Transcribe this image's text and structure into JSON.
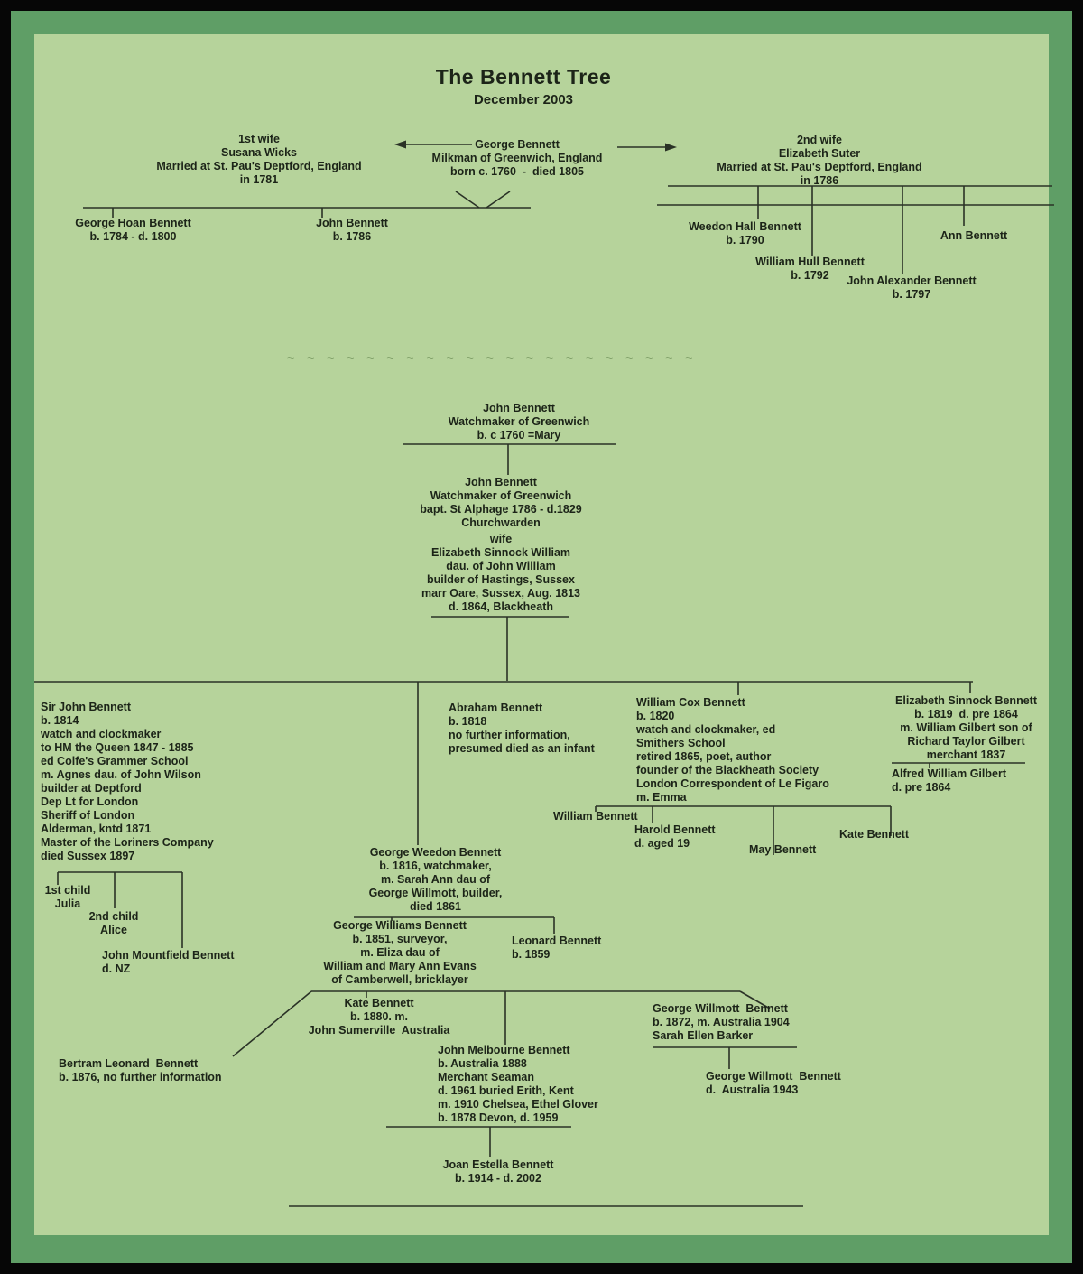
{
  "header": {
    "title": "The Bennett Tree",
    "subtitle": "December 2003"
  },
  "separator_tildes": "~ ~ ~ ~ ~ ~ ~ ~ ~ ~ ~ ~ ~ ~ ~ ~ ~ ~ ~ ~ ~",
  "colors": {
    "panel": "#b6d39b",
    "frame": "#5f9e66",
    "outer": "#060606",
    "text": "#1c2418",
    "line": "#2a3226",
    "tilde": "#4e713a"
  },
  "nodes": {
    "wife1": {
      "lines": [
        "1st wife",
        "Susana Wicks",
        "Married at St. Pau's Deptford, England",
        "in 1781"
      ]
    },
    "george_sr": {
      "lines": [
        "George Bennett",
        "Milkman of Greenwich, England",
        "born c. 1760  -  died 1805"
      ]
    },
    "wife2": {
      "lines": [
        "2nd wife",
        "Elizabeth Suter",
        "Married at St. Pau's Deptford, England",
        "in 1786"
      ]
    },
    "george_hoan": {
      "lines": [
        "George Hoan Bennett",
        "b. 1784 - d. 1800"
      ]
    },
    "john_1786": {
      "lines": [
        "John Bennett",
        "b. 1786"
      ]
    },
    "weedon_hall": {
      "lines": [
        "Weedon Hall Bennett",
        "b. 1790"
      ]
    },
    "william_hull": {
      "lines": [
        "William Hull Bennett",
        "b. 1792"
      ]
    },
    "john_alexander": {
      "lines": [
        "John Alexander Bennett",
        "b. 1797"
      ]
    },
    "ann": {
      "lines": [
        "Ann Bennett"
      ]
    },
    "john_watchmaker_1": {
      "lines": [
        "John Bennett",
        "Watchmaker of Greenwich",
        "b. c 1760 =Mary"
      ]
    },
    "john_watchmaker_2": {
      "lines": [
        "John Bennett",
        "Watchmaker of Greenwich",
        "bapt. St Alphage 1786 - d.1829",
        "Churchwarden"
      ]
    },
    "wife_elizabeth_sinnock": {
      "lines": [
        "wife",
        "Elizabeth Sinnock William",
        "dau. of John William",
        "builder of Hastings, Sussex",
        "marr Oare, Sussex, Aug. 1813",
        "d. 1864, Blackheath"
      ]
    },
    "sir_john": {
      "lines": [
        "Sir John Bennett",
        "b. 1814",
        "watch and clockmaker",
        "to HM the Queen 1847 - 1885",
        "ed Colfe's Grammer School",
        "m. Agnes dau. of John Wilson",
        "builder at Deptford",
        "Dep Lt for London",
        "Sheriff of London",
        "Alderman, kntd 1871",
        "Master of the Loriners Company",
        "died Sussex 1897"
      ]
    },
    "child1_julia": {
      "lines": [
        "1st child",
        "Julia"
      ]
    },
    "child2_alice": {
      "lines": [
        "2nd child",
        "Alice"
      ]
    },
    "john_mountfield": {
      "lines": [
        "John Mountfield Bennett",
        "d. NZ"
      ]
    },
    "abraham": {
      "lines": [
        "Abraham Bennett",
        "b. 1818",
        "no further information,",
        "presumed died as an infant"
      ]
    },
    "william_cox": {
      "lines": [
        "William Cox Bennett",
        "b. 1820",
        "watch and clockmaker, ed",
        "Smithers School",
        "retired 1865, poet, author",
        "founder of the Blackheath Society",
        "London Correspondent of Le Figaro",
        "m. Emma"
      ]
    },
    "elizabeth_sinnock_bennett": {
      "lines": [
        "Elizabeth Sinnock Bennett",
        "b. 1819  d. pre 1864",
        "m. William Gilbert son of",
        "Richard Taylor Gilbert",
        "merchant 1837"
      ]
    },
    "alfred_gilbert": {
      "lines": [
        "Alfred William Gilbert",
        "d. pre 1864"
      ]
    },
    "william_b": {
      "lines": [
        "William Bennett"
      ]
    },
    "harold": {
      "lines": [
        "Harold Bennett",
        "d. aged 19"
      ]
    },
    "may": {
      "lines": [
        "May Bennett"
      ]
    },
    "kate_1": {
      "lines": [
        "Kate Bennett"
      ]
    },
    "george_weedon": {
      "lines": [
        "George Weedon Bennett",
        "b. 1816, watchmaker,",
        "m. Sarah Ann dau of",
        "George Willmott, builder,",
        "died 1861"
      ]
    },
    "george_williams": {
      "lines": [
        "George Williams Bennett",
        "b. 1851, surveyor,",
        "m. Eliza dau of",
        "William and Mary Ann Evans",
        "of Camberwell, bricklayer"
      ]
    },
    "leonard": {
      "lines": [
        "Leonard Bennett",
        "b. 1859"
      ]
    },
    "kate_2": {
      "lines": [
        "Kate Bennett",
        "b. 1880. m.",
        "John Sumerville  Australia"
      ]
    },
    "bertram": {
      "lines": [
        "Bertram Leonard  Bennett",
        "b. 1876, no further information"
      ]
    },
    "john_melbourne": {
      "lines": [
        "John Melbourne Bennett",
        "b. Australia 1888",
        "Merchant Seaman",
        "d. 1961 buried Erith, Kent",
        "m. 1910 Chelsea, Ethel Glover",
        "b. 1878 Devon, d. 1959"
      ]
    },
    "george_willmott_1": {
      "lines": [
        "George Willmott  Bennett",
        "b. 1872, m. Australia 1904",
        "Sarah Ellen Barker"
      ]
    },
    "george_willmott_2": {
      "lines": [
        "George Willmott  Bennett",
        "d.  Australia 1943"
      ]
    },
    "joan_estella": {
      "lines": [
        "Joan Estella Bennett",
        "b. 1914 - d. 2002"
      ]
    }
  }
}
